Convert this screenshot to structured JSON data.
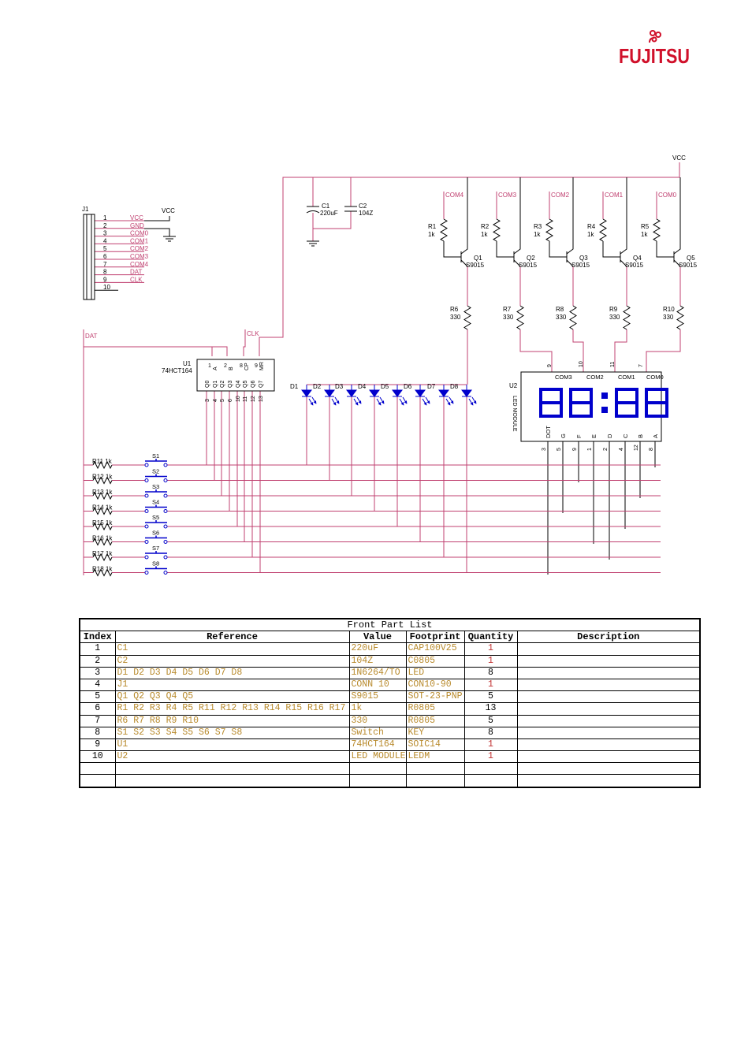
{
  "logo": {
    "text": "FUJITSU"
  },
  "schematic": {
    "j1": {
      "ref": "J1",
      "pins": [
        {
          "n": "1",
          "net": "VCC"
        },
        {
          "n": "2",
          "net": "GND"
        },
        {
          "n": "3",
          "net": "COM0"
        },
        {
          "n": "4",
          "net": "COM1"
        },
        {
          "n": "5",
          "net": "COM2"
        },
        {
          "n": "6",
          "net": "COM3"
        },
        {
          "n": "7",
          "net": "COM4"
        },
        {
          "n": "8",
          "net": "DAT"
        },
        {
          "n": "9",
          "net": "CLK"
        },
        {
          "n": "10",
          "net": ""
        }
      ],
      "vcc": "VCC"
    },
    "vcc_top": "VCC",
    "c1": {
      "ref": "C1",
      "val": "220uF"
    },
    "c2": {
      "ref": "C2",
      "val": "104Z"
    },
    "transistors": [
      {
        "com": "COM4",
        "r": "R1",
        "rv": "1k",
        "q": "Q1",
        "qv": "S9015",
        "rc": "R6",
        "rcv": "330"
      },
      {
        "com": "COM3",
        "r": "R2",
        "rv": "1k",
        "q": "Q2",
        "qv": "S9015",
        "rc": "R7",
        "rcv": "330"
      },
      {
        "com": "COM2",
        "r": "R3",
        "rv": "1k",
        "q": "Q3",
        "qv": "S9015",
        "rc": "R8",
        "rcv": "330"
      },
      {
        "com": "COM1",
        "r": "R4",
        "rv": "1k",
        "q": "Q4",
        "qv": "S9015",
        "rc": "R9",
        "rcv": "330"
      },
      {
        "com": "COM0",
        "r": "R5",
        "rv": "1k",
        "q": "Q5",
        "qv": "S9015",
        "rc": "R10",
        "rcv": "330"
      }
    ],
    "dat": "DAT",
    "clk": "CLK",
    "u1": {
      "ref": "U1",
      "part": "74HCT164",
      "top_pins": [
        "A",
        "B",
        "CP",
        "MR"
      ],
      "top_nums": [
        "1",
        "2",
        "8",
        "9"
      ],
      "bot_pins": [
        "Q0",
        "Q1",
        "Q2",
        "Q3",
        "Q4",
        "Q5",
        "Q6",
        "Q7"
      ],
      "bot_nums": [
        "3",
        "4",
        "5",
        "6",
        "10",
        "11",
        "12",
        "13"
      ]
    },
    "leds": [
      "D1",
      "D2",
      "D3",
      "D4",
      "D5",
      "D6",
      "D7",
      "D8"
    ],
    "u2": {
      "ref": "U2",
      "title": "LED MODULE",
      "coms": [
        "COM3",
        "COM2",
        "COM1",
        "COM0"
      ],
      "com_nums": [
        "9",
        "10",
        "11",
        "7"
      ],
      "segs": [
        "DOT",
        "G",
        "F",
        "E",
        "D",
        "C",
        "B",
        "A"
      ],
      "seg_nums": [
        "3",
        "5",
        "9",
        "1",
        "2",
        "4",
        "12",
        "8"
      ]
    },
    "switches": [
      {
        "r": "R11",
        "rv": "1k",
        "s": "S1"
      },
      {
        "r": "R12",
        "rv": "1k",
        "s": "S2"
      },
      {
        "r": "R13",
        "rv": "1k",
        "s": "S3"
      },
      {
        "r": "R14",
        "rv": "1k",
        "s": "S4"
      },
      {
        "r": "R15",
        "rv": "1k",
        "s": "S5"
      },
      {
        "r": "R16",
        "rv": "1k",
        "s": "S6"
      },
      {
        "r": "R17",
        "rv": "1k",
        "s": "S7"
      },
      {
        "r": "R18",
        "rv": "1k",
        "s": "S8"
      }
    ]
  },
  "parts_list": {
    "title": "Front Part List",
    "headers": [
      "Index",
      "Reference",
      "Value",
      "Footprint",
      "Quantity",
      "Description"
    ],
    "rows": [
      [
        "1",
        "C1",
        "220uF",
        "CAP100V25",
        "1",
        ""
      ],
      [
        "2",
        "C2",
        "104Z",
        "C0805",
        "1",
        ""
      ],
      [
        "3",
        "D1 D2 D3 D4 D5 D6 D7 D8",
        "1N6264/TO",
        "LED",
        "8",
        ""
      ],
      [
        "4",
        "J1",
        "CONN 10",
        "CON10-90",
        "1",
        ""
      ],
      [
        "5",
        "Q1 Q2 Q3 Q4 Q5",
        "S9015",
        "SOT-23-PNP",
        "5",
        ""
      ],
      [
        "6",
        "R1 R2 R3 R4 R5 R11 R12 R13 R14 R15 R16 R17 R18",
        "1k",
        "R0805",
        "13",
        ""
      ],
      [
        "7",
        "R6 R7 R8 R9 R10",
        "330",
        "R0805",
        "5",
        ""
      ],
      [
        "8",
        "S1 S2 S3 S4 S5 S6 S7 S8",
        "Switch",
        "KEY",
        "8",
        ""
      ],
      [
        "9",
        "U1",
        "74HCT164",
        "SOIC14",
        "1",
        ""
      ],
      [
        "10",
        "U2",
        "LED MODULE",
        "LEDM",
        "1",
        ""
      ],
      [
        "",
        "",
        "",
        "",
        "",
        ""
      ],
      [
        "",
        "",
        "",
        "",
        "",
        ""
      ]
    ]
  }
}
